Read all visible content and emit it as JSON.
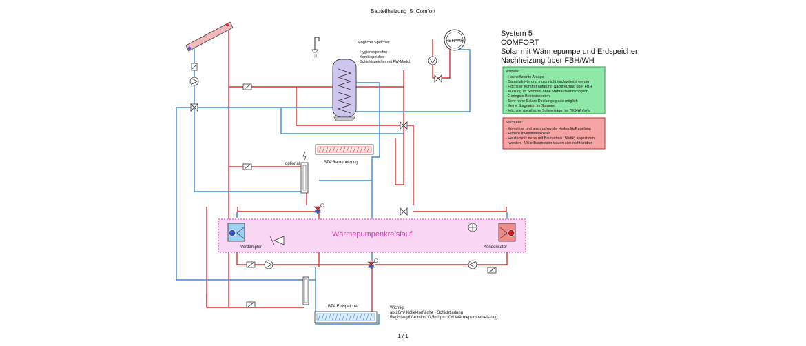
{
  "header": {
    "title": "Bauteilheizung_5_Comfort"
  },
  "footer": {
    "page_indicator": "1 / 1"
  },
  "system": {
    "line1": "System 5",
    "line2": "COMFORT",
    "line3": "Solar mit Wärmepumpe und Erdspeicher",
    "line4": "Nachheizung über FBH/WH"
  },
  "advantages": {
    "title": "Vorteile:",
    "items": [
      "- Hocheffiziente Anlage",
      "- Bauteilaktivierung muss nicht nachgeheizt werden",
      "- Höchster Komfort aufgrund Nachheizung über FBH",
      "- Kühlung im Sommer ohne Mehraufwand möglich",
      "- Geringste Betriebskosten",
      "- Sehr hohe Solare Deckungsgrade möglich",
      "- Keine Stagnaton im Sommer",
      "- Höchste spezifische Solarerträge bis 700kWh/m²a"
    ],
    "fill": "#8fe8a8",
    "border": "#2f9e4c"
  },
  "disadvantages": {
    "title": "Nachteile:",
    "items": [
      "- Komplexe und anspruchsvolle Hydraulik/Regelung",
      "- Höhere Investitionskosten",
      "- Heiztechnik muss mit Bautechnik (Statik) abgestimmt",
      "   werden - Viele Baumeister trauen sich nicht drüber"
    ],
    "fill": "#f6a3a3",
    "border": "#c92c2c"
  },
  "storage": {
    "title": "Mögliche Speicher:",
    "items": [
      "- Hygienespeicher",
      "- Kombispeicher",
      "- Schichtspeicher mit FW-Modul"
    ]
  },
  "labels": {
    "fbh_wh": "FBH/WH",
    "optional": "optional",
    "bta_raum": "BTA Raumheizung",
    "wp_kreislauf": "Wärmepumpenkreislauf",
    "verdampfer": "Verdampfer",
    "kondensator": "Kondensator",
    "bta_erd": "BTA Erdspeicher"
  },
  "note": {
    "line1": "Wichtig:",
    "line2": "ab 20m² Kollektorfläche - Schichtladung",
    "line3": "Registergröße mind. 0,5m² pro KW Wärmepumpenleistung"
  },
  "colors": {
    "hot_pipe": "#e0302c",
    "cold_pipe": "#3c8ad6",
    "wp_fill": "#f9d6f3",
    "wp_text": "#d23aa8",
    "tank_fill": "#cfc6ee"
  }
}
